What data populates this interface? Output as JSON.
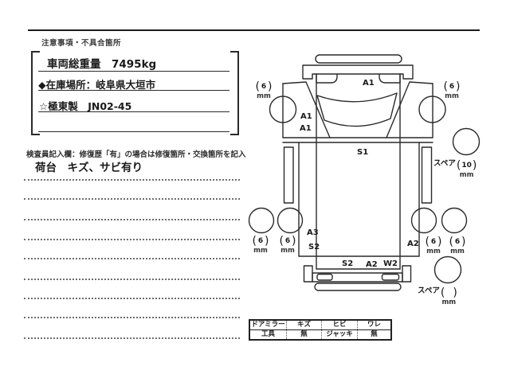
{
  "colors": {
    "ink": "#222222",
    "text": "#1a1a1a",
    "background": "#ffffff"
  },
  "header": {
    "note_label": "注意事項・不具合箇所"
  },
  "info_box": {
    "gross_weight": "車両総重量　7495kg",
    "location": "◆在庫場所：岐阜県大垣市",
    "builder": "☆極東製　JN02-45"
  },
  "inspector": {
    "instruction": "検査員記入欄：修復歴「有」の場合は修復箇所・交換箇所を記入",
    "entry": "荷台　キズ、サビ有り"
  },
  "glyphs": {
    "paren_open": "(",
    "paren_close": ")"
  },
  "diagram": {
    "labels": {
      "a1_front": "A1",
      "a1_side_upper": "A1",
      "a1_side_lower": "A1",
      "s1_cab": "S1",
      "a3_side": "A3",
      "s2_side": "S2",
      "s2_rear": "S2",
      "a2_rear": "A2",
      "w2_rear": "W2",
      "a2_side": "A2"
    },
    "tires": {
      "front_left": {
        "value": "6",
        "unit": "mm"
      },
      "front_right": {
        "value": "6",
        "unit": "mm"
      },
      "rear_left_outer": {
        "value": "6",
        "unit": "mm"
      },
      "rear_left_inner": {
        "value": "6",
        "unit": "mm"
      },
      "rear_right_inner": {
        "value": "6",
        "unit": "mm"
      },
      "rear_right_outer": {
        "value": "6",
        "unit": "mm"
      },
      "spare_front": {
        "label": "スペア",
        "value": "10",
        "unit": "mm"
      },
      "spare_rear": {
        "label": "スペア",
        "value": "",
        "unit": "mm"
      }
    }
  },
  "damage_table": {
    "rows": [
      [
        "ドアミラー",
        "キズ",
        "ヒビ",
        "ワレ"
      ],
      [
        "工具",
        "無",
        "ジャッキ",
        "無"
      ]
    ]
  }
}
